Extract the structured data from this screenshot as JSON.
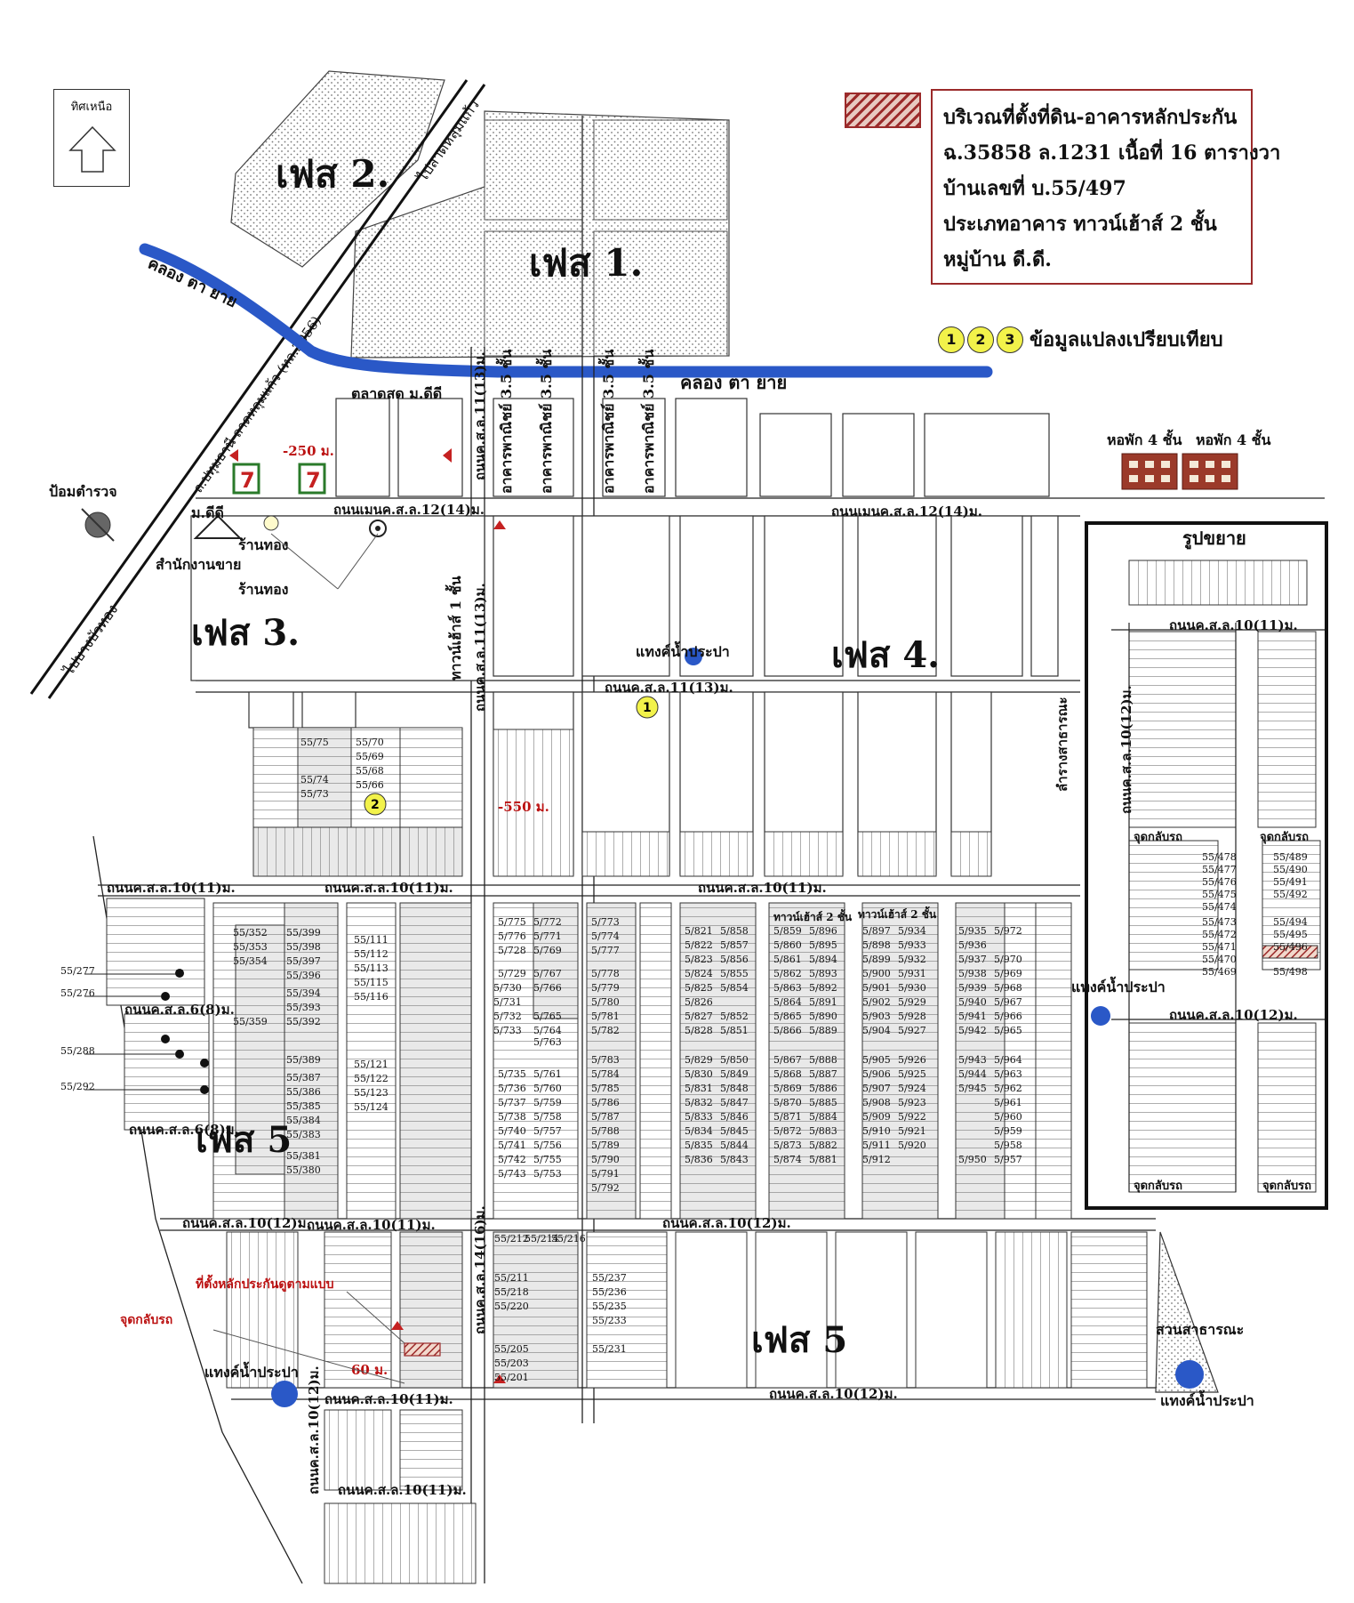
{
  "north": {
    "label": "ทิศเหนือ"
  },
  "legend": {
    "line1": "บริเวณที่ตั้งที่ดิน-อาคารหลักประกัน",
    "line2": "ฉ.35858 ล.1231 เนื้อที่ 16 ตารางวา",
    "line3": "บ้านเลขที่  บ.55/497",
    "line4": "ประเภทอาคาร ทาวน์เฮ้าส์ 2 ชั้น",
    "line5": "หมู่บ้าน ดี.ดี.",
    "swatch_color": "#9b2a2a"
  },
  "comparison": {
    "n1": "1",
    "n2": "2",
    "n3": "3",
    "label": "ข้อมูลแปลงเปรียบเทียบ"
  },
  "phases": {
    "p1": "เฟส 1.",
    "p2": "เฟส 2.",
    "p3": "เฟส 3.",
    "p4": "เฟส 4.",
    "p5a": "เฟส 5",
    "p5b": "เฟส 5"
  },
  "roads": {
    "highway_upper": "ไปลาดหลุมแก้ว",
    "highway_lower": "ไปบางบัวทอง",
    "highway_name": "ถ.ปทุมธานี-ลาดหลุมแก้ว (ทล.3056)",
    "canal": "คลอง ตา ยาย",
    "canal2": "คลอง ตา ยาย",
    "r_sl12_top": "ถนนเมนค.ส.ล.12(14)ม.",
    "r_sl12_left": "ถนนเมนค.ส.ล.12(14)ม.",
    "r_sl11_mid": "ถนนค.ส.ล.11(13)ม.",
    "r_sl11_v": "ถนนค.ส.ล.11(13)ม.",
    "r_sl10_11_a": "ถนนค.ส.ล.10(11)ม.",
    "r_sl10_11_b": "ถนนค.ส.ล.10(11)ม.",
    "r_sl10_11_c": "ถนนค.ส.ล.10(11)ม.",
    "r_sl10_11_d": "ถนนค.ส.ล.10(11)ม.",
    "r_sl10_11_e": "ถนนค.ส.ล.10(11)ม.",
    "r_sl10_11_f": "ถนนค.ส.ล.10(11)ม.",
    "r_sl10_12_a": "ถนนค.ส.ล.10(12)ม.",
    "r_sl10_12_b": "ถนนค.ส.ล.10(12)ม.",
    "r_sl10_12_c": "ถนนค.ส.ล.10(12)ม.",
    "r_sl10_12_d": "ถนนค.ส.ล.10(12)ม.",
    "r_sl10_12_v": "ถนนค.ส.ล.10(12)ม.",
    "r_sl10_12_v2": "ถนนค.ส.ล.10(12)ม.",
    "r_sl6_8": "ถนนค.ส.ล.6(8)ม.",
    "r_sl6_8_b": "ถนนค.ส.ล.6(8)ม.",
    "r_sl14_16": "ถนนค.ส.ล.14(16)ม.",
    "r_sl11_13_v": "ถนนค.ส.ล.11(13)ม.",
    "r_canal_v": "ลำรางสาธารณะ"
  },
  "places": {
    "market": "ตลาดสด ม.ดีดี",
    "police": "ป้อมตำรวจ",
    "shop1": "ร้านทอง",
    "shop2": "ร้านทอง",
    "sales": "สำนักงานขาย",
    "village": "ม.ดีดี",
    "dorm1": "หอพัก 4 ชั้น",
    "dorm2": "หอพัก 4 ชั้น",
    "water1": "แทงค์น้ำประปา",
    "water2": "แทงค์น้ำประปา",
    "water3": "แทงค์น้ำประปา",
    "water4": "แทงค์น้ำประปา",
    "park": "สวนสาธารณะ",
    "townhouse1": "ทาวน์เฮ้าส์ 1 ชั้น",
    "commercial": "อาคารพาณิชย์ 3.5 ชั้น",
    "th2a": "ทาวน์เฮ้าส์ 2 ชั้น",
    "th2b": "ทาวน์เฮ้าส์ 2 ชั้น",
    "collateral": "ที่ตั้งหลักประกันดูตามแบบ",
    "uturn": "จุดกลับรถ",
    "uturn_a": "จุดกลับรถ",
    "uturn_b": "จุดกลับรถ",
    "uturn_c": "จุดกลับรถ",
    "uturn_d": "จุดกลับรถ",
    "expand": "รูปขยาย"
  },
  "distances": {
    "d250": "-250 ม.",
    "d550": "-550 ม.",
    "d60": "60 ม."
  },
  "plots": {
    "p55_277": "55/277",
    "p55_276": "55/276",
    "p55_288": "55/288",
    "p55_292": "55/292",
    "p55_478": "55/478",
    "p55_477": "55/477",
    "p55_476": "55/476",
    "p55_475": "55/475",
    "p55_474": "55/474",
    "p55_473": "55/473",
    "p55_472": "55/472",
    "p55_471": "55/471",
    "p55_470": "55/470",
    "p55_469": "55/469",
    "p55_489": "55/489",
    "p55_490": "55/490",
    "p55_491": "55/491",
    "p55_492": "55/492",
    "p55_494": "55/494",
    "p55_495": "55/495",
    "p55_496": "55/496",
    "p55_498": "55/498",
    "p5_821": "5/821",
    "p5_858": "5/858",
    "p5_822": "5/822",
    "p5_857": "5/857",
    "p5_823": "5/823",
    "p5_856": "5/856",
    "p5_824": "5/824",
    "p5_855": "5/855",
    "p5_825": "5/825",
    "p5_854": "5/854",
    "p5_826": "5/826",
    "p5_827": "5/827",
    "p5_852": "5/852",
    "p5_828": "5/828",
    "p5_851": "5/851",
    "p5_829": "5/829",
    "p5_850": "5/850",
    "p5_830": "5/830",
    "p5_849": "5/849",
    "p5_831": "5/831",
    "p5_848": "5/848",
    "p5_832": "5/832",
    "p5_847": "5/847",
    "p5_833": "5/833",
    "p5_846": "5/846",
    "p5_834": "5/834",
    "p5_845": "5/845",
    "p5_835": "5/835",
    "p5_844": "5/844",
    "p5_836": "5/836",
    "p5_843": "5/843",
    "p5_859": "5/859",
    "p5_896": "5/896",
    "p5_860": "5/860",
    "p5_895": "5/895",
    "p5_861": "5/861",
    "p5_894": "5/894",
    "p5_862": "5/862",
    "p5_893": "5/893",
    "p5_863": "5/863",
    "p5_892": "5/892",
    "p5_864": "5/864",
    "p5_891": "5/891",
    "p5_865": "5/865",
    "p5_890": "5/890",
    "p5_866": "5/866",
    "p5_889": "5/889",
    "p5_867": "5/867",
    "p5_888": "5/888",
    "p5_868": "5/868",
    "p5_887": "5/887",
    "p5_869": "5/869",
    "p5_886": "5/886",
    "p5_870": "5/870",
    "p5_885": "5/885",
    "p5_871": "5/871",
    "p5_884": "5/884",
    "p5_872": "5/872",
    "p5_883": "5/883",
    "p5_873": "5/873",
    "p5_882": "5/882",
    "p5_874": "5/874",
    "p5_881": "5/881",
    "p5_897": "5/897",
    "p5_934": "5/934",
    "p5_898": "5/898",
    "p5_933": "5/933",
    "p5_899": "5/899",
    "p5_932": "5/932",
    "p5_900": "5/900",
    "p5_931": "5/931",
    "p5_901": "5/901",
    "p5_930": "5/930",
    "p5_902": "5/902",
    "p5_929": "5/929",
    "p5_903": "5/903",
    "p5_928": "5/928",
    "p5_904": "5/904",
    "p5_927": "5/927",
    "p5_905": "5/905",
    "p5_926": "5/926",
    "p5_906": "5/906",
    "p5_925": "5/925",
    "p5_907": "5/907",
    "p5_924": "5/924",
    "p5_908": "5/908",
    "p5_923": "5/923",
    "p5_909": "5/909",
    "p5_922": "5/922",
    "p5_910": "5/910",
    "p5_921": "5/921",
    "p5_911": "5/911",
    "p5_920": "5/920",
    "p5_912": "5/912",
    "p5_935": "5/935",
    "p5_972": "5/972",
    "p5_936": "5/936",
    "p5_937": "5/937",
    "p5_970": "5/970",
    "p5_938": "5/938",
    "p5_969": "5/969",
    "p5_939": "5/939",
    "p5_968": "5/968",
    "p5_940": "5/940",
    "p5_967": "5/967",
    "p5_941": "5/941",
    "p5_966": "5/966",
    "p5_942": "5/942",
    "p5_965": "5/965",
    "p5_943": "5/943",
    "p5_964": "5/964",
    "p5_944": "5/944",
    "p5_963": "5/963",
    "p5_945": "5/945",
    "p5_962": "5/962",
    "p5_961": "5/961",
    "p5_960": "5/960",
    "p5_959": "5/959",
    "p5_958": "5/958",
    "p5_950": "5/950",
    "p5_957": "5/957",
    "p5_775": "5/775",
    "p5_772": "5/772",
    "p5_776": "5/776",
    "p5_771": "5/771",
    "p5_728": "5/728",
    "p5_769": "5/769",
    "p5_729": "5/729",
    "p5_767": "5/767",
    "p5_730": "5/730",
    "p5_766": "5/766",
    "p5_731": "5/731",
    "p5_765": "5/765",
    "p5_732": "5/732",
    "p5_764": "5/764",
    "p5_733": "5/733",
    "p5_763": "5/763",
    "p5_773": "5/773",
    "p5_774": "5/774",
    "p5_777": "5/777",
    "p5_778": "5/778",
    "p5_779": "5/779",
    "p5_780": "5/780",
    "p5_781": "5/781",
    "p5_782": "5/782",
    "p5_783": "5/783",
    "p5_784": "5/784",
    "p5_785": "5/785",
    "p5_786": "5/786",
    "p5_787": "5/787",
    "p5_788": "5/788",
    "p5_789": "5/789",
    "p5_790": "5/790",
    "p5_791": "5/791",
    "p5_792": "5/792",
    "p5_735": "5/735",
    "p5_761": "5/761",
    "p5_736": "5/736",
    "p5_760": "5/760",
    "p5_737": "5/737",
    "p5_759": "5/759",
    "p5_738": "5/738",
    "p5_758": "5/758",
    "p5_740": "5/740",
    "p5_757": "5/757",
    "p5_741": "5/741",
    "p5_756": "5/756",
    "p5_742": "5/742",
    "p5_755": "5/755",
    "p5_743": "5/743",
    "p5_753": "5/753",
    "p55_75": "55/75",
    "p55_70": "55/70",
    "p55_69": "55/69",
    "p55_68": "55/68",
    "p55_74": "55/74",
    "p55_66": "55/66",
    "p55_73": "55/73",
    "p55_389": "55/389",
    "p55_387": "55/387",
    "p55_386": "55/386",
    "p55_385": "55/385",
    "p55_384": "55/384",
    "p55_383": "55/383",
    "p55_381": "55/381",
    "p55_380": "55/380",
    "p55_352": "55/352",
    "p55_399": "55/399",
    "p55_353": "55/353",
    "p55_398": "55/398",
    "p55_354": "55/354",
    "p55_397": "55/397",
    "p55_396": "55/396",
    "p55_394": "55/394",
    "p55_393": "55/393",
    "p55_359": "55/359",
    "p55_392": "55/392",
    "p55_111": "55/111",
    "p55_112": "55/112",
    "p55_113": "55/113",
    "p55_115": "55/115",
    "p55_116": "55/116",
    "p55_121": "55/121",
    "p55_122": "55/122",
    "p55_123": "55/123",
    "p55_124": "55/124",
    "p55_211": "55/211",
    "p55_212": "55/212",
    "p55_214": "55/214",
    "p55_216": "55/216",
    "p55_218": "55/218",
    "p55_220": "55/220",
    "p55_235": "55/235",
    "p55_236": "55/236",
    "p55_237": "55/237",
    "p55_233": "55/233",
    "p55_231": "55/231",
    "p55_205": "55/205",
    "p55_203": "55/203",
    "p55_201": "55/201"
  }
}
